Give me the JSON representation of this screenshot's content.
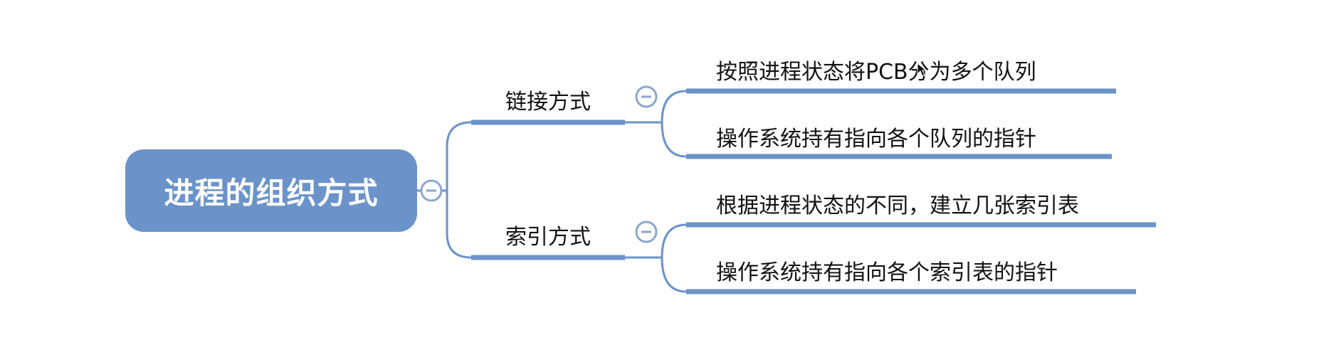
{
  "root": {
    "label": "进程的组织方式"
  },
  "branches": [
    {
      "label": "链接方式",
      "children": [
        "按照进程状态将PCB分为多个队列",
        "操作系统持有指向各个队列的指针"
      ]
    },
    {
      "label": "索引方式",
      "children": [
        "根据进程状态的不同，建立几张索引表",
        "操作系统持有指向各个索引表的指针"
      ]
    }
  ],
  "colors": {
    "root_fill": "#6b93c9",
    "line": "#6b93c9",
    "collapse_toggle": "#8aa7cf",
    "text": "#111111"
  },
  "icons": {
    "collapse_toggle": "minus-circle-icon",
    "cursor": "mouse-pointer-icon"
  }
}
